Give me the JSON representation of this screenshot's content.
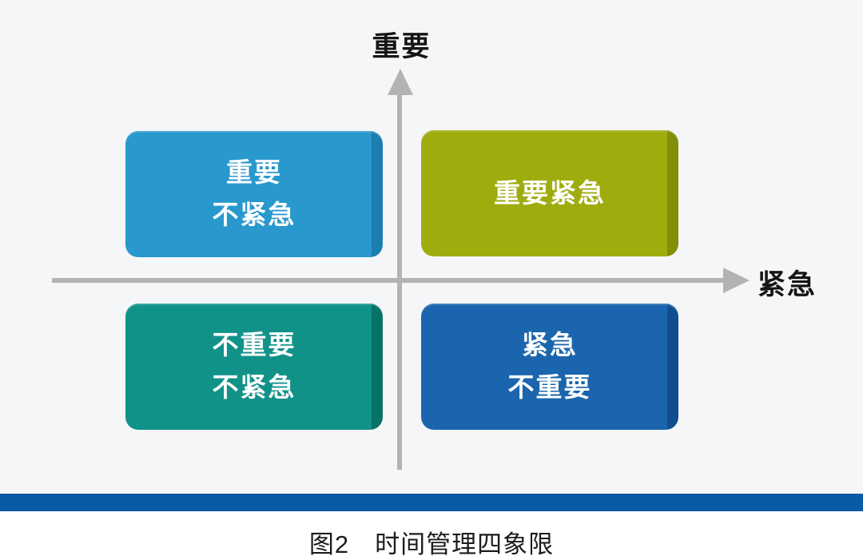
{
  "axes": {
    "y_label": "重要",
    "x_label": "紧急"
  },
  "quadrants": [
    {
      "name": "important-not-urgent",
      "line1": "重要",
      "line2": "不紧急",
      "color": "#2898cd",
      "edge_color": "#1a7eb0"
    },
    {
      "name": "important-urgent",
      "line1": "重要紧急",
      "line2": "",
      "color": "#9fac0e",
      "edge_color": "#808e08"
    },
    {
      "name": "not-important-not-urgent",
      "line1": "不重要",
      "line2": "不紧急",
      "color": "#109289",
      "edge_color": "#067268"
    },
    {
      "name": "urgent-not-important",
      "line1": "紧急",
      "line2": "不重要",
      "color": "#1a65ad",
      "edge_color": "#104e90"
    }
  ],
  "caption": {
    "label": "图2",
    "title": "时间管理四象限"
  },
  "colors": {
    "axis": "#b2b3b4",
    "divider_bar": "#0a5aa5",
    "background_top": "#f5f6f8",
    "background_bottom": "#ffffff",
    "axis_label_text": "#151515",
    "quadrant_text": "#ffffff",
    "caption_text": "#1c1c1c"
  }
}
